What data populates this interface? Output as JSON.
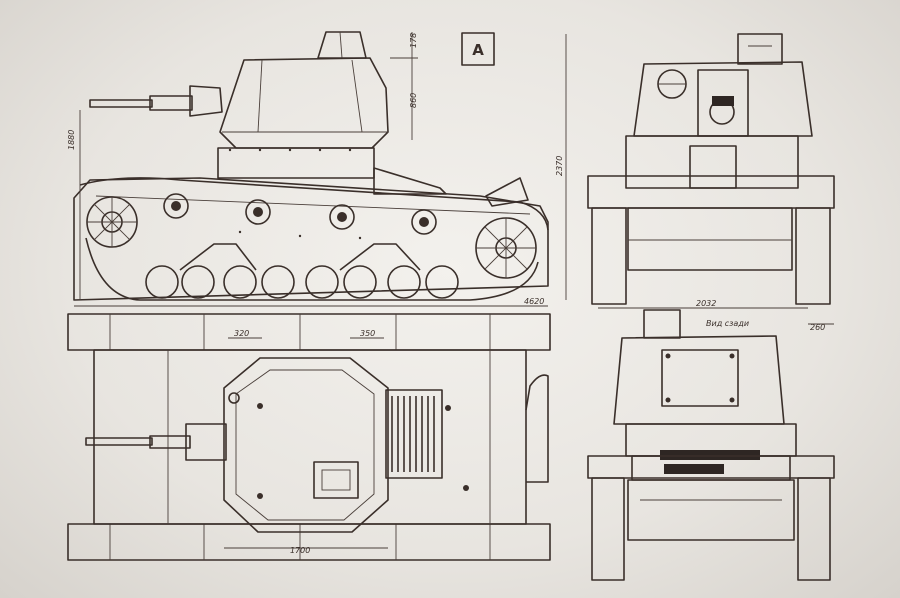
{
  "plate_label": "A",
  "dimensions": {
    "side_turret_top": "178",
    "side_turret_height": "860",
    "side_overall_height": "1880",
    "side_length": "4620",
    "plan_offset_left": "320",
    "plan_offset_right": "350",
    "plan_turret_width": "1700",
    "front_height": "2370",
    "front_track_width": "2032",
    "front_track_shoe": "260",
    "rear_note": "Вид сзади"
  },
  "views": [
    "side-view",
    "top-view",
    "front-view",
    "rear-view"
  ]
}
